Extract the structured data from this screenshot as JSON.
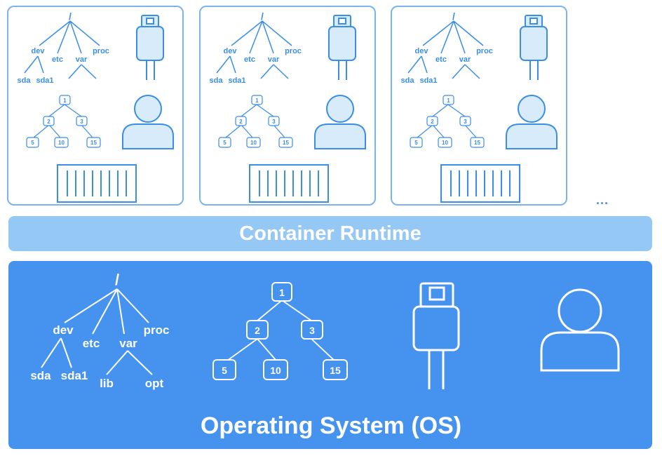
{
  "containers": [
    {
      "fs": {
        "root": "/",
        "dev": "dev",
        "etc": "etc",
        "var": "var",
        "proc": "proc",
        "sda": "sda",
        "sda1": "sda1"
      },
      "tree": {
        "n1": "1",
        "n2": "2",
        "n3": "3",
        "n5": "5",
        "n10": "10",
        "n15": "15"
      }
    },
    {
      "fs": {
        "root": "/",
        "dev": "dev",
        "etc": "etc",
        "var": "var",
        "proc": "proc",
        "sda": "sda",
        "sda1": "sda1"
      },
      "tree": {
        "n1": "1",
        "n2": "2",
        "n3": "3",
        "n5": "5",
        "n10": "10",
        "n15": "15"
      }
    },
    {
      "fs": {
        "root": "/",
        "dev": "dev",
        "etc": "etc",
        "var": "var",
        "proc": "proc",
        "sda": "sda",
        "sda1": "sda1"
      },
      "tree": {
        "n1": "1",
        "n2": "2",
        "n3": "3",
        "n5": "5",
        "n10": "10",
        "n15": "15"
      }
    }
  ],
  "more": "...",
  "runtime": {
    "label": "Container Runtime"
  },
  "os": {
    "title": "Operating System (OS)",
    "fs": {
      "root": "/",
      "dev": "dev",
      "etc": "etc",
      "var": "var",
      "proc": "proc",
      "sda": "sda",
      "sda1": "sda1",
      "lib": "lib",
      "opt": "opt"
    },
    "tree": {
      "n1": "1",
      "n2": "2",
      "n3": "3",
      "n5": "5",
      "n10": "10",
      "n15": "15"
    }
  },
  "colors": {
    "container_stroke": "#3a8ee6",
    "container_fill": "#d7ebfb",
    "runtime": "#95c8f4",
    "os": "#4593ee"
  }
}
